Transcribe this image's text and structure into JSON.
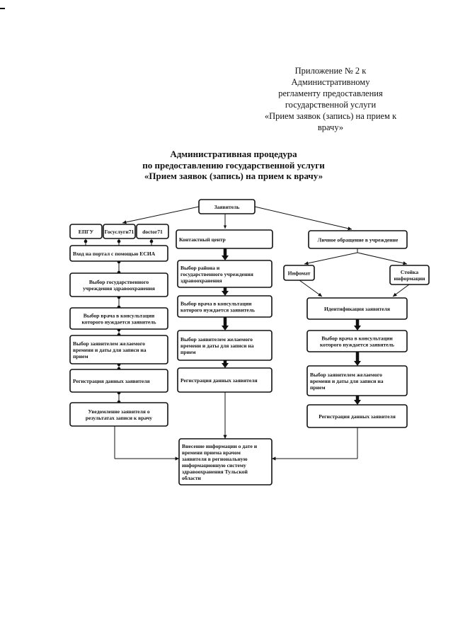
{
  "appendix": {
    "lines": [
      "Приложение № 2 к",
      "Административному",
      "регламенту предоставления",
      "государственной услуги",
      "«Прием заявок (запись) на прием к",
      "врачу»"
    ]
  },
  "title": {
    "lines": [
      "Административная процедура",
      "по предоставлению  государственной услуги",
      "«Прием заявок (запись) на прием к врачу»"
    ]
  },
  "flow": {
    "applicant": "Заявитель",
    "left": {
      "portals": [
        "ЕПГУ",
        "Госуслуги71",
        "doctor71"
      ],
      "steps": [
        [
          "Вход на портал с помощью ЕСИА"
        ],
        [
          "Выбор государственного",
          "учреждения здравоохранения"
        ],
        [
          "Выбор врача в консультации",
          "которого нуждается заявитель"
        ],
        [
          "Выбор заявителем желаемого",
          "времени и даты для записи на",
          "прием"
        ],
        [
          "Регистрация данных заявителя"
        ],
        [
          "Уведомление заявителя о",
          "результатах записи к врачу"
        ]
      ]
    },
    "center": {
      "steps": [
        [
          "Контактный центр"
        ],
        [
          "Выбор района и",
          "государственного учреждения",
          "здравоохранения"
        ],
        [
          "Выбор врача в консультации",
          "которого нуждается заявитель"
        ],
        [
          "Выбор заявителем желаемого",
          "времени и даты для записи на",
          "прием"
        ],
        [
          "Регистрация данных заявителя"
        ]
      ]
    },
    "right": {
      "personal": "Личное обращение в учреждение",
      "infomat": "Инфомат",
      "desk": [
        "Стойка",
        "информации"
      ],
      "steps": [
        [
          "Идентификация заявителя"
        ],
        [
          "Выбор врача в консультации",
          "которого нуждается заявитель"
        ],
        [
          "Выбор заявителем желаемого",
          "времени и даты для записи на",
          "прием"
        ],
        [
          "Регистрация данных заявителя"
        ]
      ]
    },
    "final": [
      "Внесение информации о дате и",
      "времени приема врачом",
      "заявителя в региональную",
      "информационную систему",
      "здравоохранения Тульской",
      "области"
    ]
  }
}
